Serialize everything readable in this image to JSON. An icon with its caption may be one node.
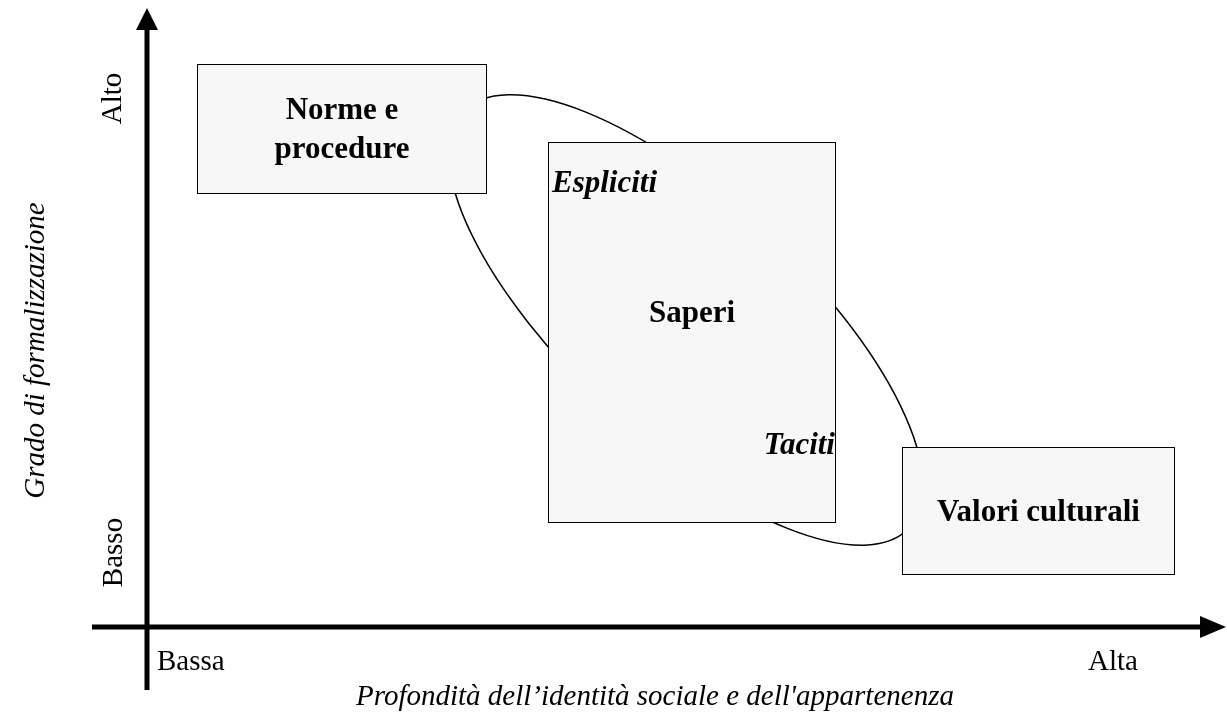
{
  "diagram": {
    "nodes": [
      {
        "text": [
          "Norme e procedure"
        ]
      },
      {
        "text": [
          "Espliciti",
          "Saperi",
          "Taciti"
        ]
      },
      {
        "text": [
          "Valori culturali"
        ]
      }
    ],
    "edges": [],
    "labels": [
      "Alto",
      "Basso",
      "Grado di formalizzazione",
      "Bassa",
      "Alta",
      "Profondità dell’identità sociale e dell'appartenenza"
    ]
  }
}
